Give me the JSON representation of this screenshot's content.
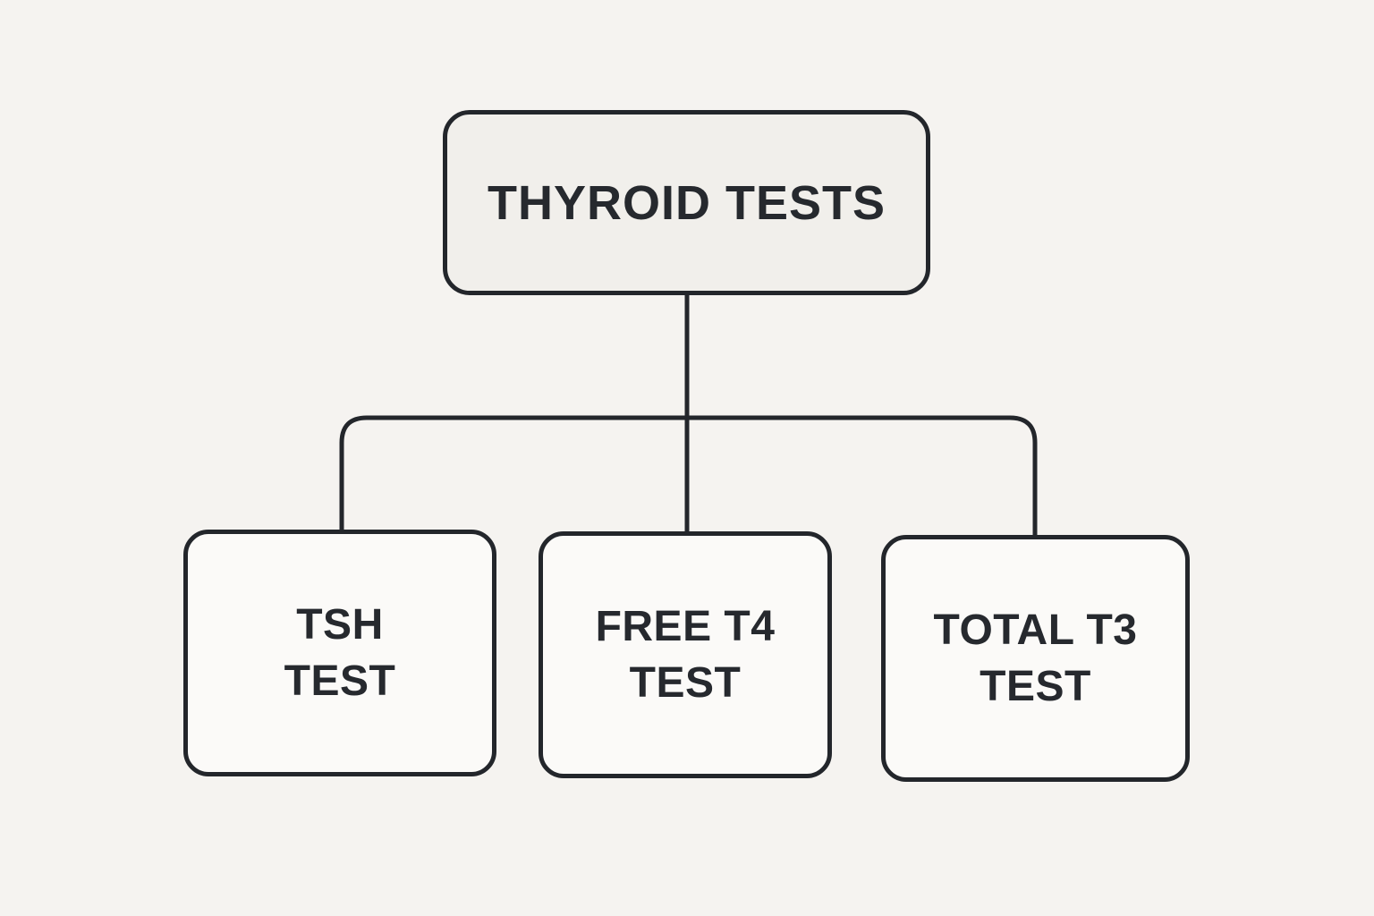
{
  "diagram": {
    "type": "flowchart",
    "root": {
      "id": "thyroid-tests",
      "label": "THYROID TESTS"
    },
    "children": [
      {
        "id": "tsh-test",
        "lines": [
          "TSH",
          "TEST"
        ]
      },
      {
        "id": "free-t4-test",
        "lines": [
          "FREE T4",
          "TEST"
        ]
      },
      {
        "id": "total-t3-test",
        "lines": [
          "TOTAL T3",
          "TEST"
        ]
      }
    ],
    "edges": [
      {
        "from": "thyroid-tests",
        "to": "tsh-test"
      },
      {
        "from": "thyroid-tests",
        "to": "free-t4-test"
      },
      {
        "from": "thyroid-tests",
        "to": "total-t3-test"
      }
    ]
  },
  "colors": {
    "background": "#f5f3f0",
    "line": "#23262b",
    "text": "#26292e",
    "root_fill": "#f1efeb",
    "child_fill": "#fbfaf8"
  }
}
